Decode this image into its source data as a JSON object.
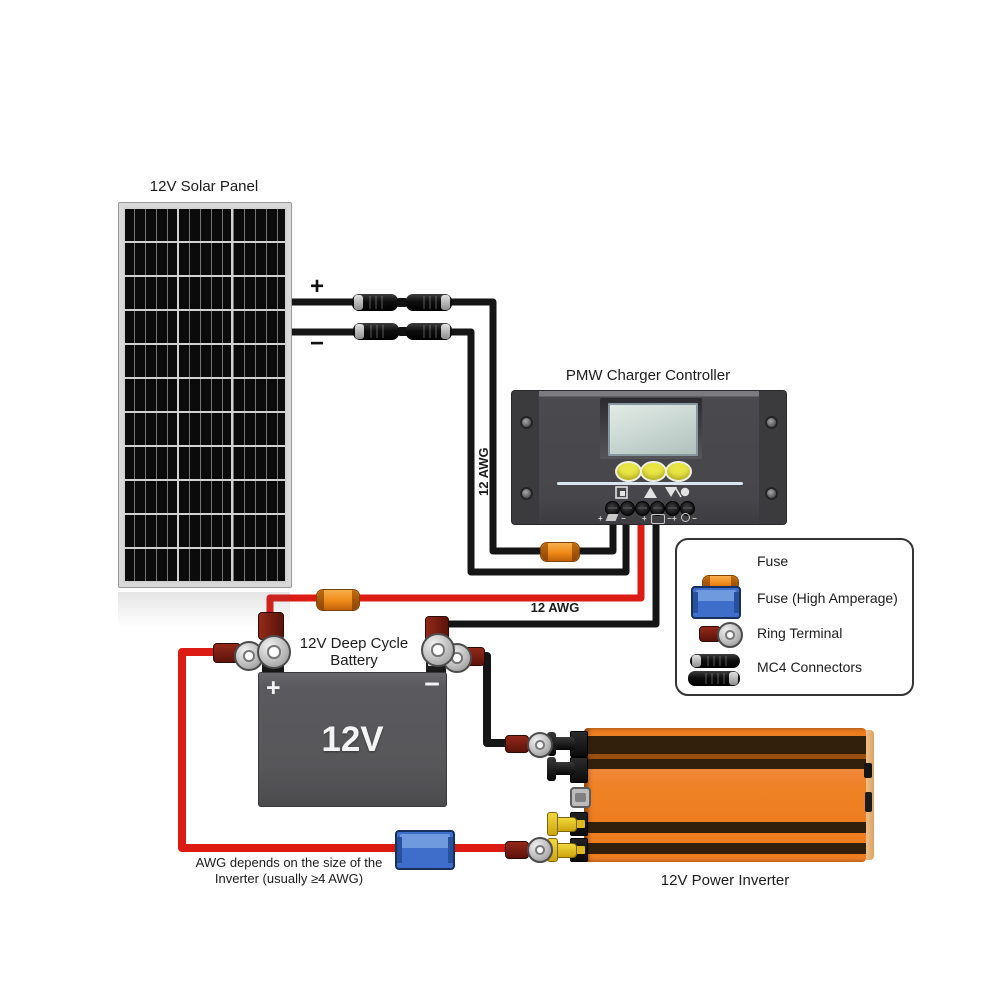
{
  "titles": {
    "solar_panel": "12V Solar Panel",
    "charge_controller": "PMW Charger Controller",
    "battery_line1": "12V Deep Cycle",
    "battery_line2": "Battery",
    "inverter": "12V Power Inverter"
  },
  "wire_labels": {
    "solar_run_awg": "12 AWG",
    "battery_run_awg": "12 AWG",
    "note_line1": "AWG depends on the size of the",
    "note_line2": "Inverter (usually ≥4 AWG)"
  },
  "symbols": {
    "plus": "+",
    "minus": "−"
  },
  "battery": {
    "voltage": "12V",
    "plus": "+",
    "minus": "−"
  },
  "controller": {
    "terminal_signs": [
      "+",
      "−",
      "+",
      "−",
      "+",
      "−"
    ],
    "indicator_icons": [
      "solar-panel-indicator",
      "battery-indicator",
      "load-indicator"
    ]
  },
  "legend": {
    "items": [
      {
        "icon": "fuse-icon",
        "label": "Fuse"
      },
      {
        "icon": "fuse-high-amperage-icon",
        "label": "Fuse (High Amperage)"
      },
      {
        "icon": "ring-terminal-icon",
        "label": "Ring Terminal"
      },
      {
        "icon": "mc4-connectors-icon",
        "label": "MC4 Connectors"
      }
    ]
  },
  "colors": {
    "wire_red": "#dd1b15",
    "wire_black": "#151515",
    "fuse_orange": "#ef8a17",
    "fuse_blue": "#3e6ec9",
    "inverter_orange": "#ee7d20",
    "battery_gray": "#57575a",
    "controller_gray": "#47474b",
    "button_yellow": "#e9e545",
    "terminal_yellow": "#e6c71d"
  }
}
